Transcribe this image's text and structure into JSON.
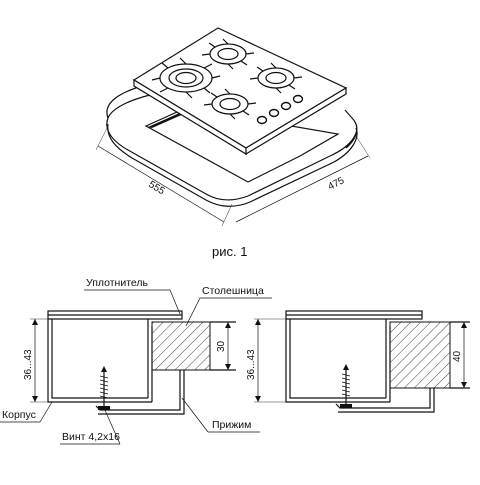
{
  "figure": {
    "caption": "рис. 1",
    "top_view": {
      "dim_depth": "555",
      "dim_width": "475"
    },
    "section_left": {
      "label_seal": "Уплотнитель",
      "label_countertop": "Столешница",
      "label_body": "Корпус",
      "label_screw": "Винт 4,2x16",
      "label_clamp": "Прижим",
      "dim_height": "36...43",
      "dim_thickness": "30"
    },
    "section_right": {
      "dim_height": "36...43",
      "dim_thickness": "40"
    }
  },
  "icons": [
    "gas-burner-icon",
    "control-knob-icon",
    "screw-icon"
  ]
}
